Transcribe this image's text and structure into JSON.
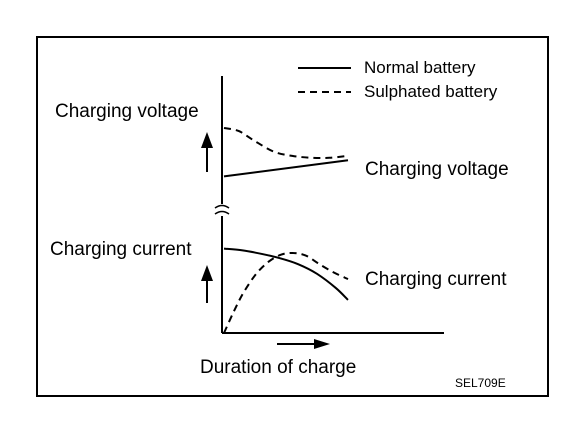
{
  "figure": {
    "code": "SEL709E"
  },
  "legend": {
    "items": [
      {
        "label": "Normal battery",
        "style": "solid"
      },
      {
        "label": "Sulphated battery",
        "style": "dashed"
      }
    ]
  },
  "axes": {
    "x_label": "Duration of charge",
    "upper_y_label": "Charging voltage",
    "lower_y_label": "Charging current"
  },
  "annotations": {
    "voltage_curve_label": "Charging voltage",
    "current_curve_label": "Charging current"
  },
  "chart_data": {
    "type": "line",
    "xlabel": "Duration of charge",
    "x_range": [
      0,
      1
    ],
    "panels": [
      {
        "name": "Charging voltage",
        "ylabel": "Charging voltage",
        "y_range": [
          0,
          1
        ],
        "series": [
          {
            "name": "Normal battery",
            "style": "solid",
            "x": [
              0,
              1
            ],
            "y": [
              0.22,
              0.48
            ]
          },
          {
            "name": "Sulphated battery",
            "style": "dashed",
            "x": [
              0,
              0.12,
              0.24,
              0.4,
              0.55,
              0.7,
              0.85,
              1.0
            ],
            "y": [
              1.0,
              0.95,
              0.8,
              0.62,
              0.55,
              0.52,
              0.52,
              0.55
            ]
          }
        ]
      },
      {
        "name": "Charging current",
        "ylabel": "Charging current",
        "y_range": [
          0,
          1
        ],
        "series": [
          {
            "name": "Normal battery",
            "style": "solid",
            "x": [
              0,
              0.15,
              0.3,
              0.45,
              0.6,
              0.75,
              0.9,
              1.0
            ],
            "y": [
              0.97,
              0.95,
              0.91,
              0.86,
              0.79,
              0.68,
              0.52,
              0.38
            ]
          },
          {
            "name": "Sulphated battery",
            "style": "dashed",
            "x": [
              0,
              0.08,
              0.16,
              0.26,
              0.36,
              0.46,
              0.56,
              0.66,
              0.76,
              0.88,
              1.0
            ],
            "y": [
              0.0,
              0.25,
              0.47,
              0.68,
              0.82,
              0.9,
              0.92,
              0.89,
              0.8,
              0.7,
              0.62
            ]
          }
        ]
      }
    ]
  }
}
